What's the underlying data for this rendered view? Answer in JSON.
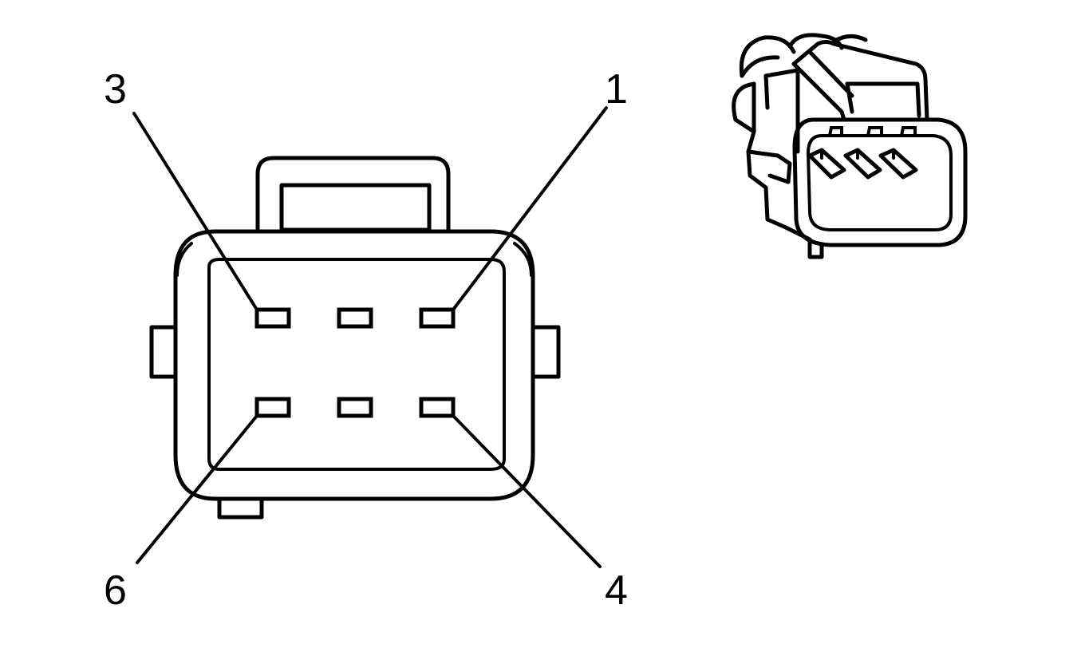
{
  "pin_labels": {
    "pin_1": "1",
    "pin_3": "3",
    "pin_4": "4",
    "pin_6": "6"
  },
  "connector": {
    "pin_rows": 2,
    "pins_per_row": 3
  }
}
